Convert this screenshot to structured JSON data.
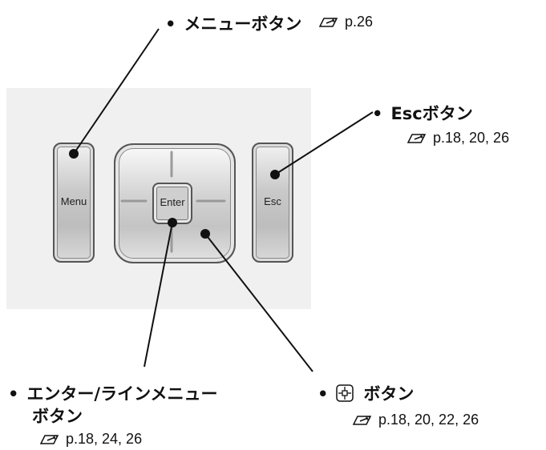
{
  "buttons": {
    "menu": {
      "cap": "Menu"
    },
    "enter": {
      "cap": "Enter"
    },
    "esc": {
      "cap": "Esc"
    }
  },
  "callouts": {
    "menu": {
      "bullet": "•",
      "label": "メニューボタン",
      "ref": "p.26"
    },
    "esc": {
      "bullet": "•",
      "label": "Escボタン",
      "ref": "p.18, 20, 26"
    },
    "enter": {
      "bullet": "•",
      "label_line1": "エンター/ラインメニュー",
      "label_line2": "ボタン",
      "ref": "p.18, 24, 26"
    },
    "dpad": {
      "bullet": "•",
      "label": "ボタン",
      "ref": "p.18, 20, 22, 26"
    }
  },
  "icons": {
    "reference": "book-pen-icon",
    "dpad_symbol": "direction-button-icon"
  }
}
